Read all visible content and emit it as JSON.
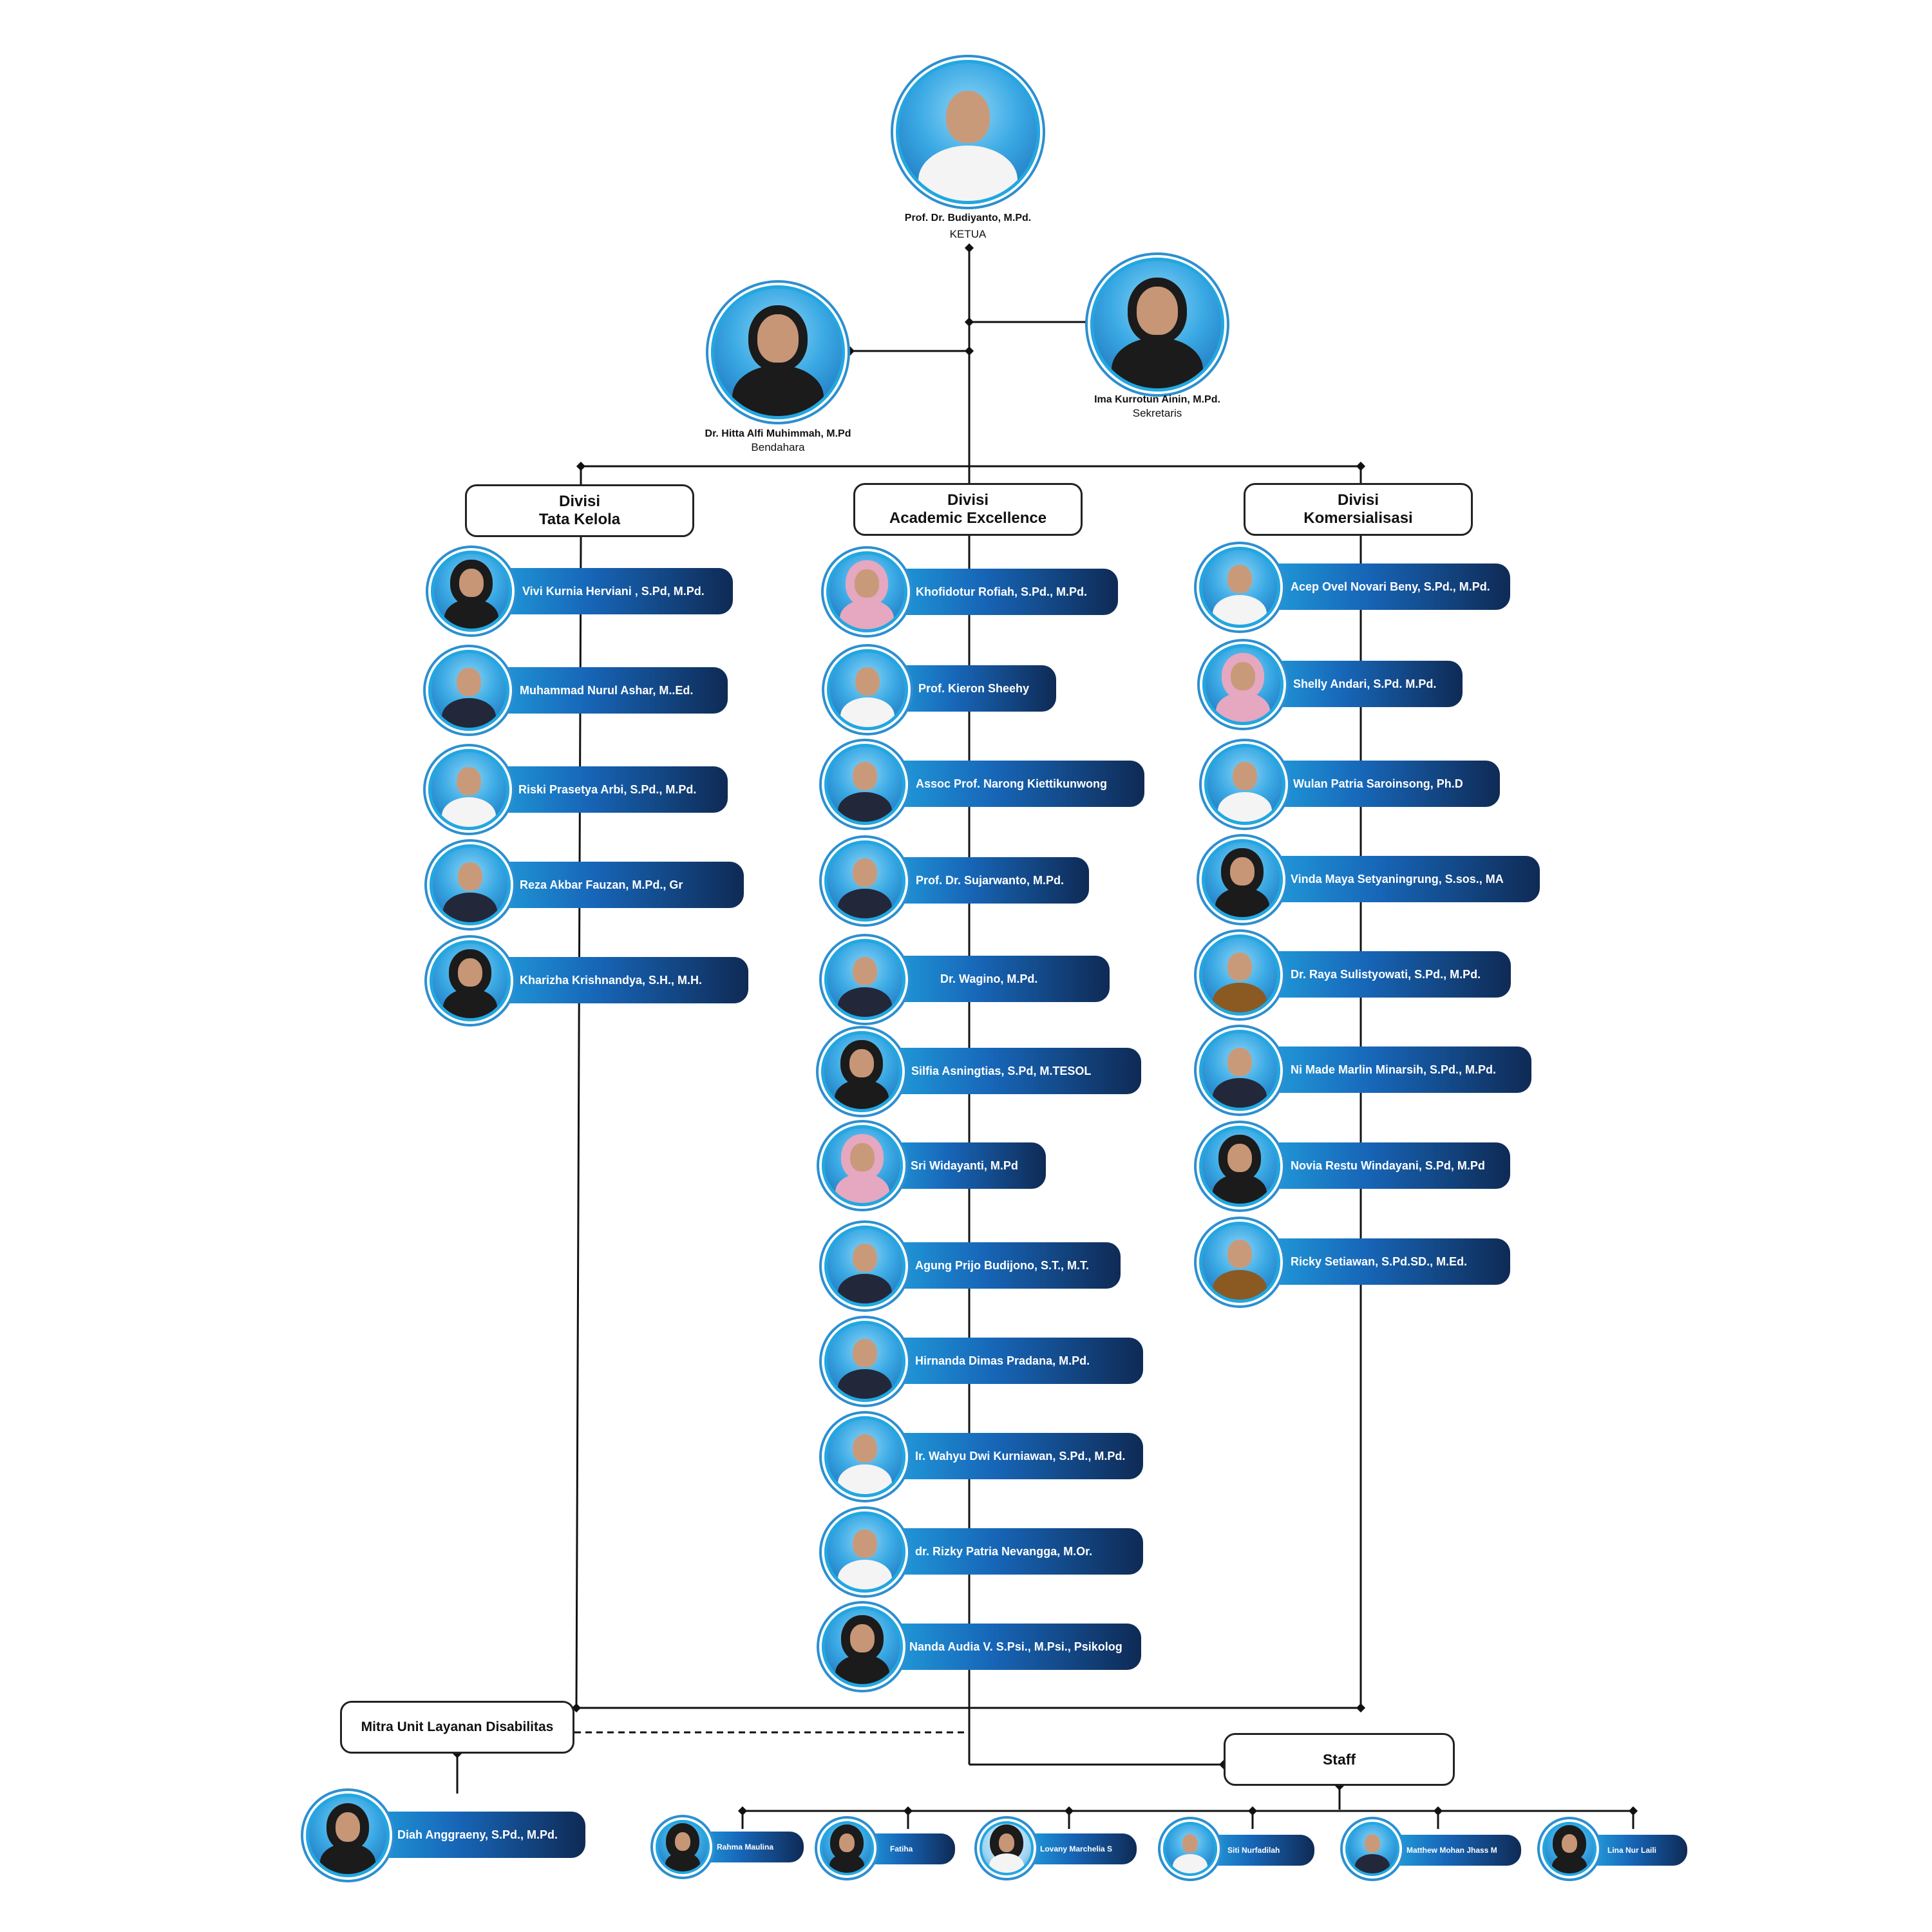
{
  "leadership": {
    "ketua": {
      "name": "Prof. Dr. Budiyanto, M.Pd.",
      "role": "KETUA"
    },
    "bendahara": {
      "name": "Dr. Hitta Alfi Muhimmah, M.Pd",
      "role": "Bendahara"
    },
    "sekretaris": {
      "name": "Ima Kurrotun Ainin, M.Pd.",
      "role": "Sekretaris"
    }
  },
  "divisions": [
    {
      "title_line1": "Divisi",
      "title_line2": "Tata Kelola",
      "members": [
        "Vivi Kurnia Herviani , S.Pd, M.Pd.",
        "Muhammad Nurul Ashar, M..Ed.",
        "Riski Prasetya Arbi, S.Pd., M.Pd.",
        "Reza Akbar Fauzan, M.Pd., Gr",
        "Kharizha Krishnandya, S.H., M.H."
      ]
    },
    {
      "title_line1": "Divisi",
      "title_line2": "Academic Excellence",
      "members": [
        "Khofidotur Rofiah, S.Pd., M.Pd.",
        "Prof. Kieron Sheehy",
        "Assoc Prof. Narong Kiettikunwong",
        "Prof. Dr. Sujarwanto, M.Pd.",
        "Dr. Wagino, M.Pd.",
        "Silfia Asningtias, S.Pd, M.TESOL",
        "Sri Widayanti, M.Pd",
        "Agung Prijo Budijono, S.T., M.T.",
        "Hirnanda Dimas Pradana, M.Pd.",
        "Ir. Wahyu Dwi Kurniawan, S.Pd., M.Pd.",
        "dr. Rizky Patria Nevangga, M.Or.",
        "Nanda Audia V. S.Psi., M.Psi., Psikolog"
      ]
    },
    {
      "title_line1": "Divisi",
      "title_line2": "Komersialisasi",
      "members": [
        "Acep Ovel Novari Beny, S.Pd., M.Pd.",
        "Shelly Andari, S.Pd. M.Pd.",
        "Wulan Patria Saroinsong, Ph.D",
        "Vinda Maya Setyaningrung, S.sos., MA",
        "Dr. Raya Sulistyowati, S.Pd., M.Pd.",
        "Ni Made Marlin Minarsih, S.Pd., M.Pd.",
        "Novia Restu Windayani, S.Pd, M.Pd",
        "Ricky Setiawan, S.Pd.SD., M.Ed."
      ]
    }
  ],
  "mitra": {
    "title": "Mitra Unit Layanan Disabilitas",
    "member": "Diah Anggraeny, S.Pd., M.Pd."
  },
  "staff": {
    "title": "Staff",
    "members": [
      "Rahma Maulina",
      "Fatiha",
      "Lovany Marchelia S",
      "Siti Nurfadilah",
      "Matthew Mohan Jhass M",
      "Lina Nur Laili"
    ]
  },
  "colors": {
    "pill_start": "#23a6e1",
    "pill_mid": "#1766b8",
    "pill_end": "#0f2a55",
    "ring": "#22a7e0",
    "line": "#111111"
  }
}
